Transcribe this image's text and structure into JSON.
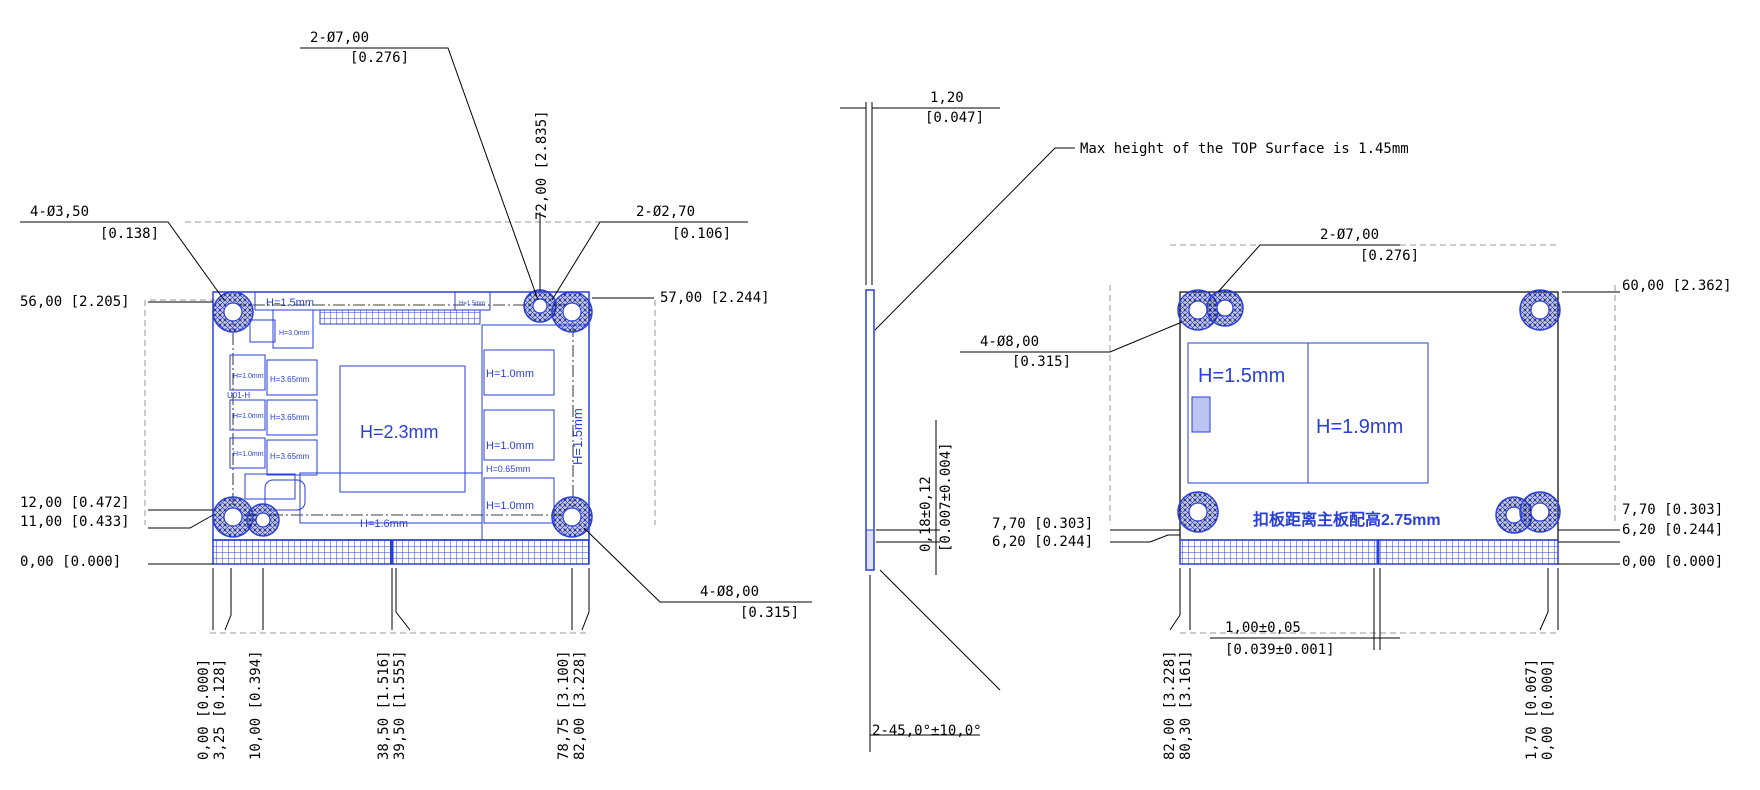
{
  "left_view": {
    "callouts": {
      "hole_4x3_50": "4-Ø3,50",
      "hole_4x3_50_in": "[0.138]",
      "hole_2x7_00": "2-Ø7,00",
      "hole_2x7_00_in": "[0.276]",
      "hole_2x2_70": "2-Ø2,70",
      "hole_2x2_70_in": "[0.106]",
      "hole_4x8_00": "4-Ø8,00",
      "hole_4x8_00_in": "[0.315]",
      "y72": "72,00 [2.835]"
    },
    "y_dims": {
      "y56": "56,00 [2.205]",
      "y12": "12,00 [0.472]",
      "y11": "11,00 [0.433]",
      "y0": "0,00 [0.000]",
      "y57": "57,00 [2.244]"
    },
    "x_dims": {
      "x0": "0,00 [0.000]",
      "x325": "3,25 [0.128]",
      "x10": "10,00 [0.394]",
      "x3850": "38,50 [1.516]",
      "x3950": "39,50 [1.555]",
      "x7875": "78,75 [3.100]",
      "x82": "82,00 [3.228]"
    },
    "heights": {
      "h15_top": "H=1.5mm",
      "h15_small": "H=1.5mm",
      "h30": "H=3.0mm",
      "h10_a": "H=1.0mm",
      "h365_a": "H=3.65mm",
      "h10_b": "H=1.0mm",
      "h365_b": "H=3.65mm",
      "h10_c": "H=1.0mm",
      "h365_c": "H=3.65mm",
      "h23": "H=2.3mm",
      "h10_r1": "H=1.0mm",
      "h10_r2": "H=1.0mm",
      "h065": "H=0.65mm",
      "h10_r3": "H=1.0mm",
      "h15_vert": "H=1.5mm",
      "h16": "H=1.6mm",
      "u01": "U01-H"
    }
  },
  "side_view": {
    "thickness": "1,20",
    "thickness_in": "[0.047]",
    "note": "Max height of the TOP Surface is 1.45mm",
    "edge": "0,18±0,12",
    "edge_in": "[0.007±0.004]",
    "chamfer": "2-45,0°±10,0°"
  },
  "right_view": {
    "callouts": {
      "hole_2x7_00": "2-Ø7,00",
      "hole_2x7_00_in": "[0.276]",
      "hole_4x8_00": "4-Ø8,00",
      "hole_4x8_00_in": "[0.315]"
    },
    "y_dims": {
      "y60": "60,00 [2.362]",
      "y770_l": "7,70 [0.303]",
      "y620_l": "6,20 [0.244]",
      "y770_r": "7,70 [0.303]",
      "y620_r": "6,20 [0.244]",
      "y0": "0,00 [0.000]"
    },
    "pitch": "1,00±0,05",
    "pitch_in": "[0.039±0.001]",
    "x_dims": {
      "x82": "82,00 [3.228]",
      "x8030": "80,30 [3.161]",
      "x170": "1,70 [0.067]",
      "x0": "0,00 [0.000]"
    },
    "heights": {
      "h15": "H=1.5mm",
      "h19": "H=1.9mm",
      "clearance": "扣板距离主板配高2.75mm"
    }
  },
  "colors": {
    "outline": "#2a3fd6",
    "dim": "#000000"
  }
}
